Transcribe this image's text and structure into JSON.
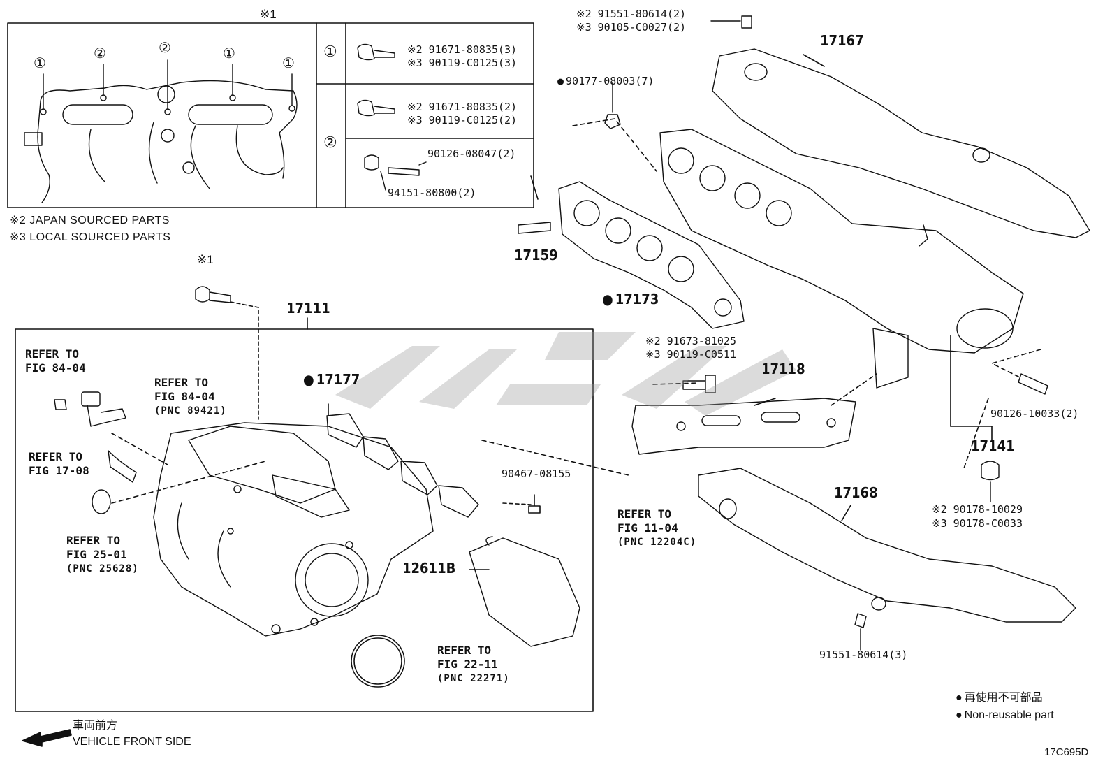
{
  "inset": {
    "mark": "※1",
    "circle_1": "①",
    "circle_2": "②",
    "row1_line1": "※2 91671-80835(3)",
    "row1_line2": "※3 90119-C0125(3)",
    "row2_line1": "※2 91671-80835(2)",
    "row2_line2": "※3 90119-C0125(2)",
    "row3_stud": "90126-08047(2)",
    "row3_nut": "94151-80800(2)"
  },
  "notes": {
    "japan": "※2 JAPAN SOURCED PARTS",
    "local": "※3 LOCAL SOURCED PARTS"
  },
  "labels": {
    "mark1": "※1",
    "p17111": "17111",
    "p17177": "17177",
    "p17159": "17159",
    "p17173": "17173",
    "p17167": "17167",
    "p17118": "17118",
    "p17141": "17141",
    "p17168": "17168",
    "p12611b": "12611B",
    "p90467": "90467-08155",
    "p90177": "90177-08003(7)",
    "top_bolt_1": "※2 91551-80614(2)",
    "top_bolt_2": "※3 90105-C0027(2)",
    "bolt_mid_1": "※2 91673-81025",
    "bolt_mid_2": "※3 90119-C0511",
    "stud_right": "90126-10033(2)",
    "nut_right_1": "※2 90178-10029",
    "nut_right_2": "※3 90178-C0033",
    "bolt_bottom": "91551-80614(3)"
  },
  "refs": [
    {
      "line1": "REFER TO",
      "line2": "FIG 84-04",
      "pnc": ""
    },
    {
      "line1": "REFER TO",
      "line2": "FIG 84-04",
      "pnc": "(PNC 89421)"
    },
    {
      "line1": "REFER TO",
      "line2": "FIG 17-08",
      "pnc": ""
    },
    {
      "line1": "REFER TO",
      "line2": "FIG 25-01",
      "pnc": "(PNC 25628)"
    },
    {
      "line1": "REFER TO",
      "line2": "FIG 11-04",
      "pnc": "(PNC 12204C)"
    },
    {
      "line1": "REFER TO",
      "line2": "FIG 22-11",
      "pnc": "(PNC 22271)"
    }
  ],
  "legend": {
    "jp": "再使用不可部品",
    "en": "Non-reusable part"
  },
  "front": {
    "jp": "車両前方",
    "en": "VEHICLE FRONT SIDE"
  },
  "figure_code": "17C695D"
}
